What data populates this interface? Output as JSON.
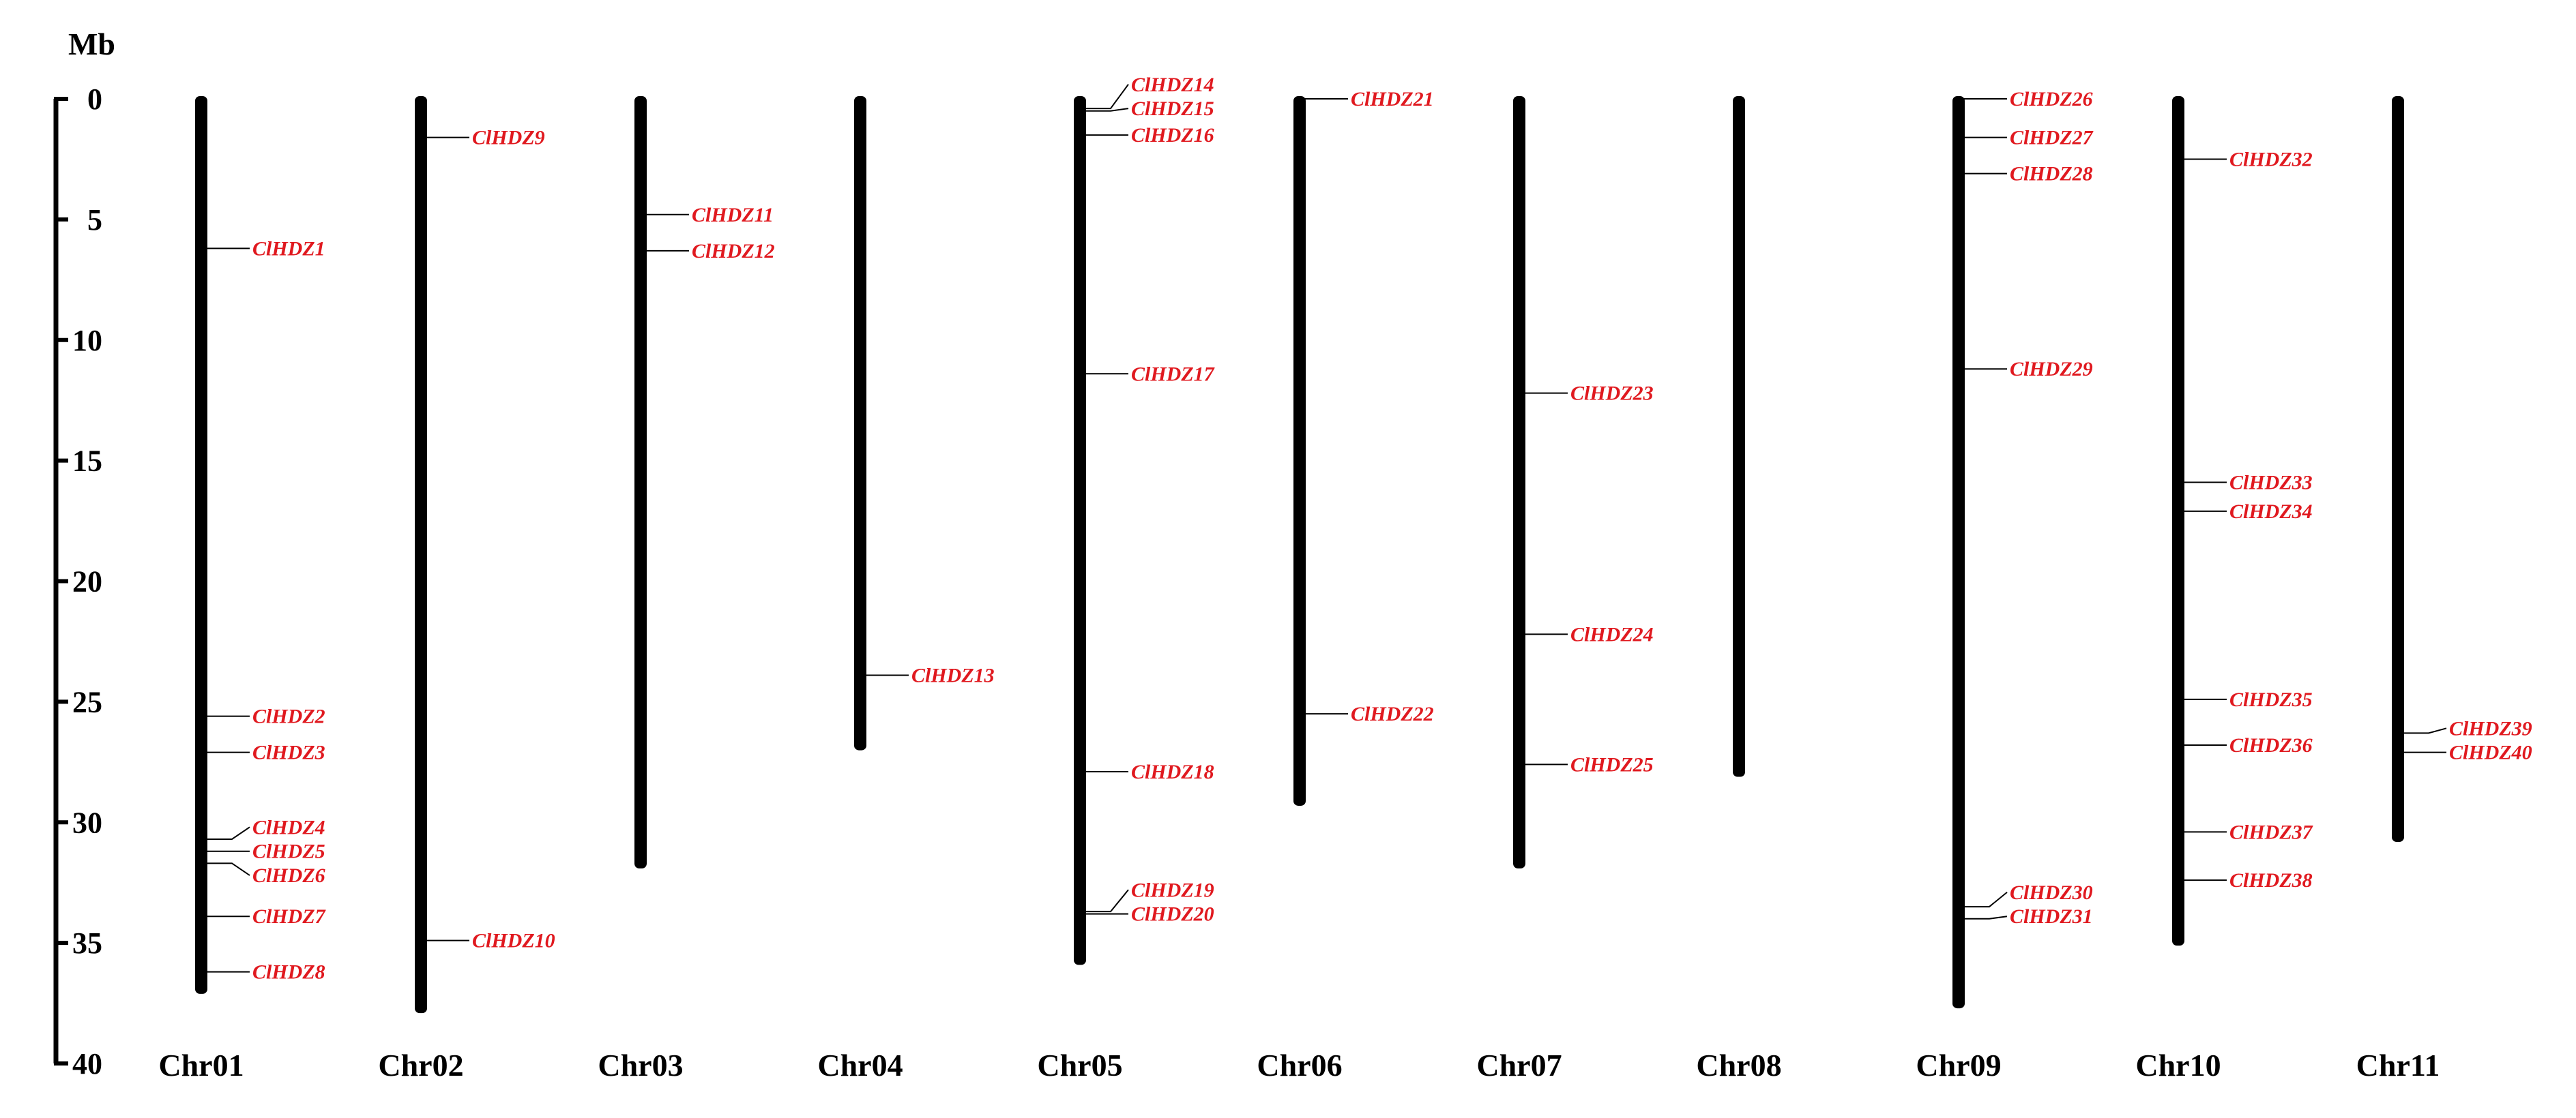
{
  "scale": {
    "unit_label": "Mb",
    "ticks": [
      "0",
      "5",
      "10",
      "15",
      "20",
      "25",
      "30",
      "35",
      "40"
    ],
    "tick_values": [
      0,
      5,
      10,
      15,
      20,
      25,
      30,
      35,
      40
    ],
    "max": 40
  },
  "colors": {
    "bar": "#000000",
    "gene_label": "#e0191f",
    "leader": "#000000"
  },
  "chromosomes": [
    {
      "name": "Chr01",
      "length": 37.0,
      "genes": [
        {
          "name": "ClHDZ1",
          "pos": 6.2,
          "label_pos": 6.2
        },
        {
          "name": "ClHDZ2",
          "pos": 25.6,
          "label_pos": 25.6
        },
        {
          "name": "ClHDZ3",
          "pos": 27.1,
          "label_pos": 27.1
        },
        {
          "name": "ClHDZ4",
          "pos": 30.7,
          "label_pos": 30.2
        },
        {
          "name": "ClHDZ5",
          "pos": 31.2,
          "label_pos": 31.2
        },
        {
          "name": "ClHDZ6",
          "pos": 31.7,
          "label_pos": 32.2
        },
        {
          "name": "ClHDZ7",
          "pos": 33.9,
          "label_pos": 33.9
        },
        {
          "name": "ClHDZ8",
          "pos": 36.2,
          "label_pos": 36.2
        }
      ]
    },
    {
      "name": "Chr02",
      "length": 37.8,
      "genes": [
        {
          "name": "ClHDZ9",
          "pos": 1.6,
          "label_pos": 1.6
        },
        {
          "name": "ClHDZ10",
          "pos": 34.9,
          "label_pos": 34.9
        }
      ]
    },
    {
      "name": "Chr03",
      "length": 31.8,
      "genes": [
        {
          "name": "ClHDZ11",
          "pos": 4.8,
          "label_pos": 4.8
        },
        {
          "name": "ClHDZ12",
          "pos": 6.3,
          "label_pos": 6.3
        }
      ]
    },
    {
      "name": "Chr04",
      "length": 26.9,
      "genes": [
        {
          "name": "ClHDZ13",
          "pos": 23.9,
          "label_pos": 23.9
        }
      ]
    },
    {
      "name": "Chr05",
      "length": 35.8,
      "genes": [
        {
          "name": "ClHDZ14",
          "pos": 0.4,
          "label_pos": -0.6
        },
        {
          "name": "ClHDZ15",
          "pos": 0.5,
          "label_pos": 0.4
        },
        {
          "name": "ClHDZ16",
          "pos": 1.5,
          "label_pos": 1.5
        },
        {
          "name": "ClHDZ17",
          "pos": 11.4,
          "label_pos": 11.4
        },
        {
          "name": "ClHDZ18",
          "pos": 27.9,
          "label_pos": 27.9
        },
        {
          "name": "ClHDZ19",
          "pos": 33.7,
          "label_pos": 32.8
        },
        {
          "name": "ClHDZ20",
          "pos": 33.8,
          "label_pos": 33.8
        }
      ]
    },
    {
      "name": "Chr06",
      "length": 29.2,
      "genes": [
        {
          "name": "ClHDZ21",
          "pos": 0.0,
          "label_pos": 0.0
        },
        {
          "name": "ClHDZ22",
          "pos": 25.5,
          "label_pos": 25.5
        }
      ]
    },
    {
      "name": "Chr07",
      "length": 31.8,
      "genes": [
        {
          "name": "ClHDZ23",
          "pos": 12.2,
          "label_pos": 12.2
        },
        {
          "name": "ClHDZ24",
          "pos": 22.2,
          "label_pos": 22.2
        },
        {
          "name": "ClHDZ25",
          "pos": 27.6,
          "label_pos": 27.6
        }
      ]
    },
    {
      "name": "Chr08",
      "length": 28.0,
      "genes": []
    },
    {
      "name": "Chr09",
      "length": 37.6,
      "genes": [
        {
          "name": "ClHDZ26",
          "pos": 0.0,
          "label_pos": 0.0
        },
        {
          "name": "ClHDZ27",
          "pos": 1.6,
          "label_pos": 1.6
        },
        {
          "name": "ClHDZ28",
          "pos": 3.1,
          "label_pos": 3.1
        },
        {
          "name": "ClHDZ29",
          "pos": 11.2,
          "label_pos": 11.2
        },
        {
          "name": "ClHDZ30",
          "pos": 33.5,
          "label_pos": 32.9
        },
        {
          "name": "ClHDZ31",
          "pos": 34.0,
          "label_pos": 33.9
        }
      ]
    },
    {
      "name": "Chr10",
      "length": 35.0,
      "genes": [
        {
          "name": "ClHDZ32",
          "pos": 2.5,
          "label_pos": 2.5
        },
        {
          "name": "ClHDZ33",
          "pos": 15.9,
          "label_pos": 15.9
        },
        {
          "name": "ClHDZ34",
          "pos": 17.1,
          "label_pos": 17.1
        },
        {
          "name": "ClHDZ35",
          "pos": 24.9,
          "label_pos": 24.9
        },
        {
          "name": "ClHDZ36",
          "pos": 26.8,
          "label_pos": 26.8
        },
        {
          "name": "ClHDZ37",
          "pos": 30.4,
          "label_pos": 30.4
        },
        {
          "name": "ClHDZ38",
          "pos": 32.4,
          "label_pos": 32.4
        }
      ]
    },
    {
      "name": "Chr11",
      "length": 30.7,
      "genes": [
        {
          "name": "ClHDZ39",
          "pos": 26.3,
          "label_pos": 26.1
        },
        {
          "name": "ClHDZ40",
          "pos": 27.1,
          "label_pos": 27.1
        }
      ]
    }
  ]
}
